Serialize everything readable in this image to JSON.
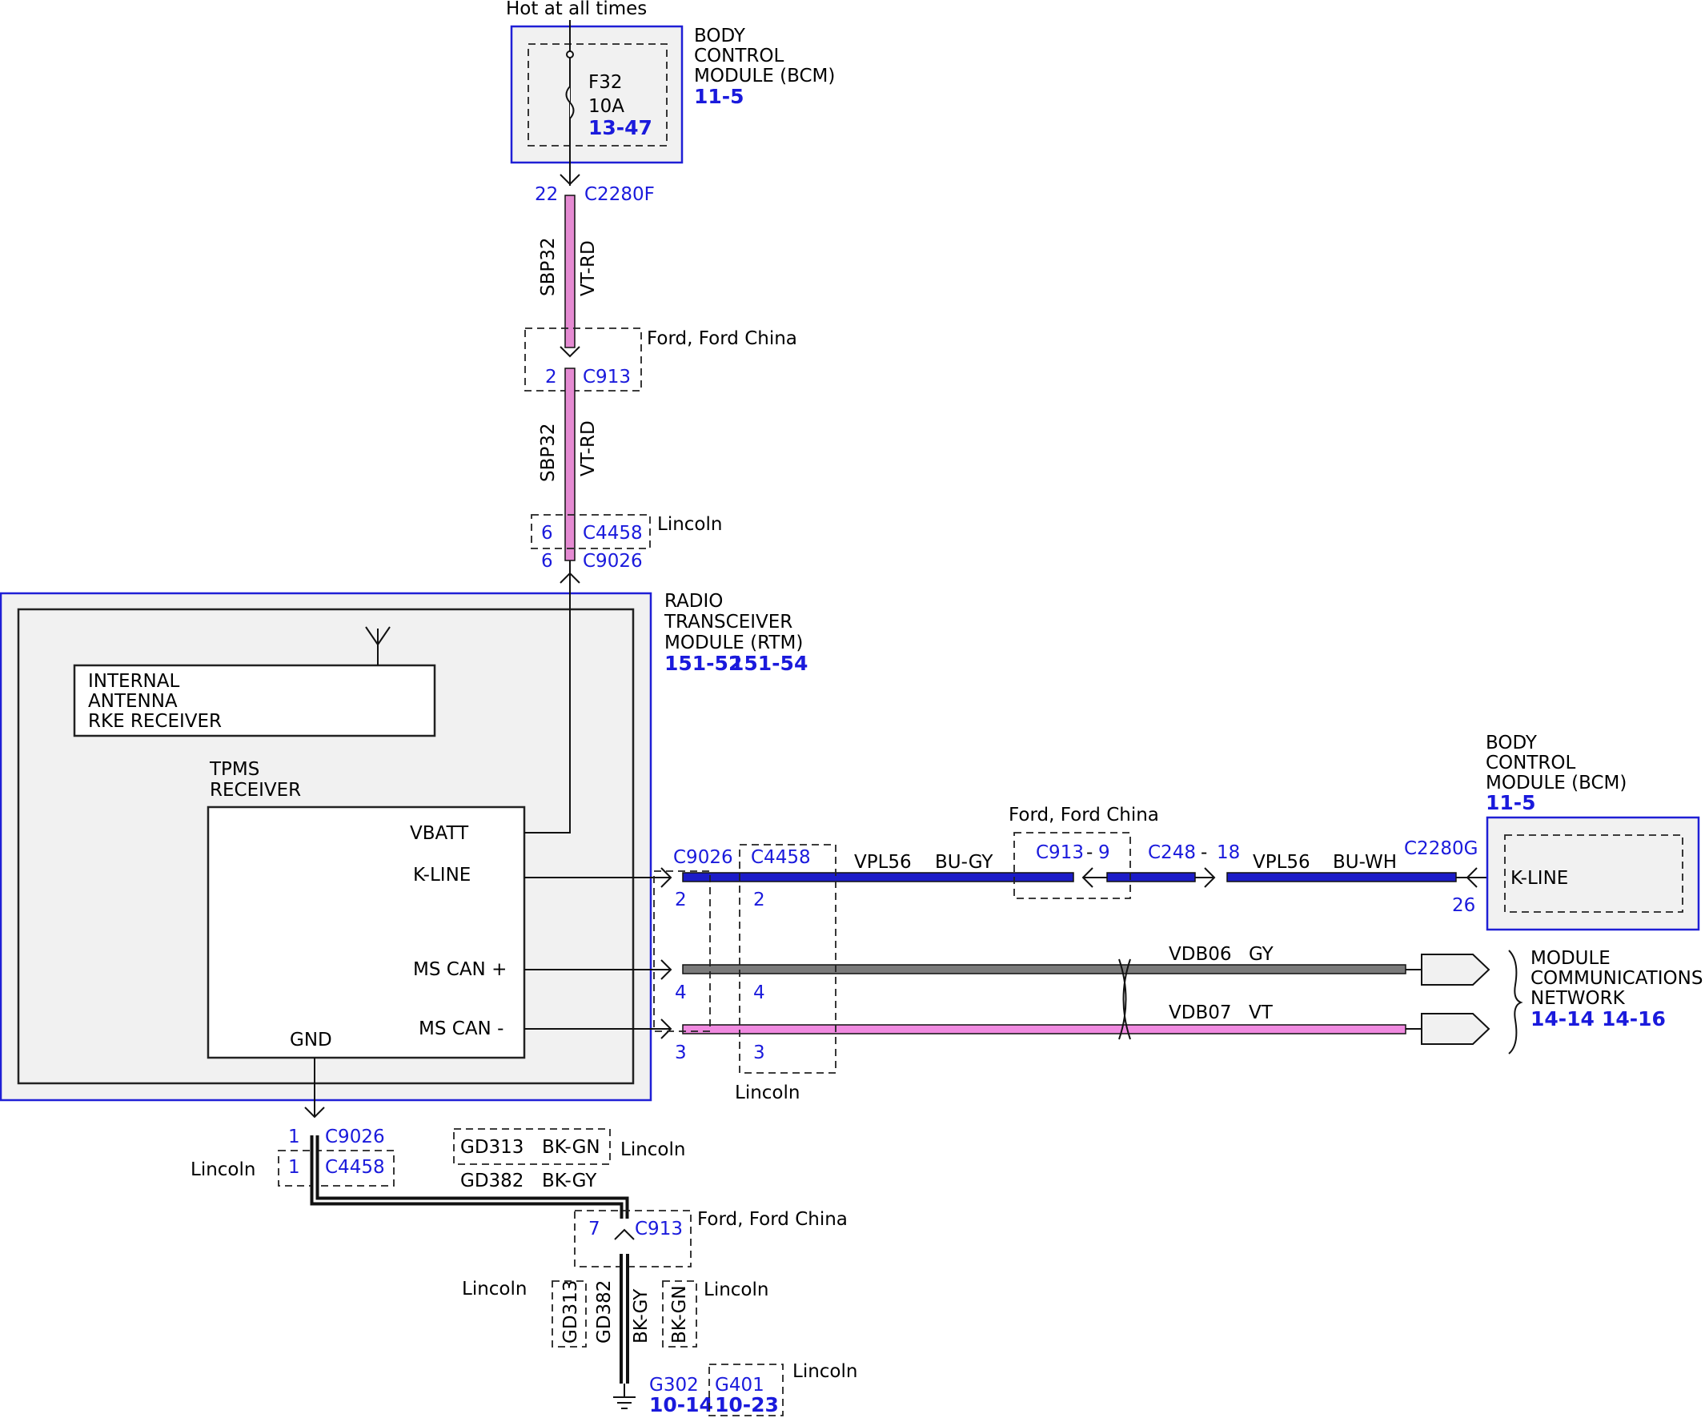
{
  "hot_label": "Hot at all times",
  "bcm_top": {
    "line1": "BODY",
    "line2": "CONTROL",
    "line3": "MODULE (BCM)",
    "ref": "11-5"
  },
  "fuse": {
    "name": "F32",
    "rating": "10A",
    "ref": "13-47"
  },
  "pins": {
    "p22": "22",
    "p2": "2",
    "p6a": "6",
    "p6b": "6",
    "p7": "7",
    "p1a": "1",
    "p1b": "1",
    "p26": "26",
    "p9": "9",
    "p18": "18",
    "k2a": "2",
    "k2b": "2",
    "c4a": "4",
    "c4b": "4",
    "c3a": "3",
    "c3b": "3"
  },
  "connectors": {
    "c2280f": "C2280F",
    "c913_top": "C913",
    "c4458_top": "C4458",
    "c9026_top": "C9026",
    "c9026_right": "C9026",
    "c4458_right": "C4458",
    "c913_right": "C913",
    "c248": "C248",
    "c2280g": "C2280G",
    "c9026_bot": "C9026",
    "c4458_bot": "C4458",
    "c913_bot": "C913",
    "g302": "G302",
    "g401": "G401"
  },
  "dash_sep": {
    "d1": "-",
    "d2": "-"
  },
  "wires": {
    "sbp32_a": "SBP32",
    "vtrd_a": "VT-RD",
    "sbp32_b": "SBP32",
    "vtrd_b": "VT-RD",
    "vpl56_a": "VPL56",
    "bugy": "BU-GY",
    "vpl56_b": "VPL56",
    "buwh": "BU-WH",
    "vdb06": "VDB06",
    "gy": "GY",
    "vdb07": "VDB07",
    "vt": "VT",
    "gd313_h": "GD313",
    "bkgn_h": "BK-GN",
    "gd382_h": "GD382",
    "bkgy_h": "BK-GY",
    "gd313_v": "GD313",
    "gd382_v": "GD382",
    "bkgy_v": "BK-GY",
    "bkgn_v": "BK-GN"
  },
  "variants": {
    "ford_top": "Ford, Ford China",
    "lincoln_top": "Lincoln",
    "ford_right": "Ford, Ford China",
    "lincoln_right": "Lincoln",
    "lincoln_bot_left": "Lincoln",
    "lincoln_gd313": "Lincoln",
    "ford_bot": "Ford, Ford China",
    "lincoln_v1": "Lincoln",
    "lincoln_v2": "Lincoln",
    "lincoln_g401": "Lincoln"
  },
  "rtm": {
    "line1": "RADIO",
    "line2": "TRANSCEIVER",
    "line3": "MODULE (RTM)",
    "ref1": "151-52",
    "ref2": "151-54"
  },
  "antenna": {
    "line1": "INTERNAL",
    "line2": "ANTENNA",
    "line3": "RKE RECEIVER"
  },
  "tpms": {
    "line1": "TPMS",
    "line2": "RECEIVER",
    "vbatt": "VBATT",
    "kline": "K-LINE",
    "mscanp": "MS CAN +",
    "mscanm": "MS CAN -",
    "gnd": "GND"
  },
  "bcm_right": {
    "line1": "BODY",
    "line2": "CONTROL",
    "line3": "MODULE (BCM)",
    "ref": "11-5",
    "kline": "K-LINE"
  },
  "network": {
    "line1": "MODULE",
    "line2": "COMMUNICATIONS",
    "line3": "NETWORK",
    "ref1": "14-14",
    "ref2": "14-16"
  },
  "ground_refs": {
    "g302": "10-14",
    "g401": "10-23"
  },
  "colors": {
    "module_border": "#1f1fd6",
    "pin_text": "#1a1adc",
    "wire_vt_rd": "#e58ad2",
    "wire_bu": "#1c1cc8",
    "wire_gy": "#7a7a7a",
    "wire_vt": "#f08ae0",
    "wire_bk": "#111111"
  }
}
